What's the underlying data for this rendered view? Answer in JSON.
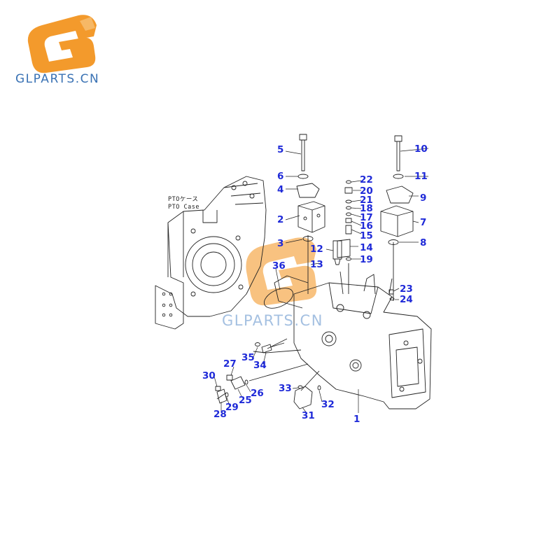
{
  "brand": {
    "name": "GLPARTS.CN",
    "watermark": "GLPARTS.CN",
    "colors": {
      "orange": "#f39a2c",
      "blue": "#3a72b4",
      "callout": "#1f2ad8"
    }
  },
  "diagram": {
    "case_label_jp": "PTOケース",
    "case_label_en": "PTO Case",
    "callouts": [
      "1",
      "2",
      "3",
      "4",
      "5",
      "6",
      "7",
      "8",
      "9",
      "10",
      "11",
      "12",
      "13",
      "14",
      "15",
      "16",
      "17",
      "18",
      "19",
      "20",
      "21",
      "22",
      "23",
      "24",
      "25",
      "26",
      "27",
      "28",
      "29",
      "30",
      "31",
      "32",
      "33",
      "34",
      "35",
      "36"
    ]
  }
}
